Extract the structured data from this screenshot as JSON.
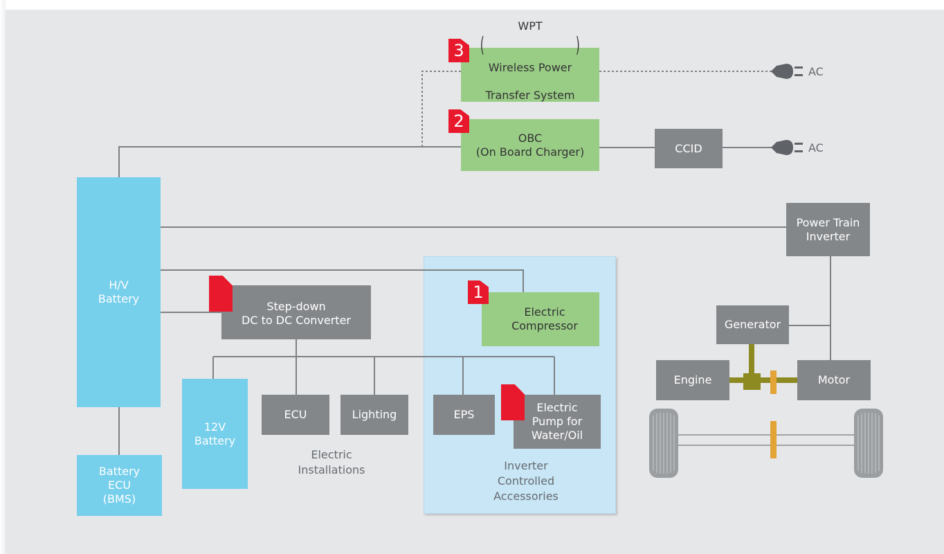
{
  "diagram": {
    "components": {
      "hv_battery": "H/V\nBattery",
      "battery_ecu": "Battery\nECU\n(BMS)",
      "twelve_v_battery": "12V\nBattery",
      "step_down": "Step-down\nDC to DC Converter",
      "ecu": "ECU",
      "lighting": "Lighting",
      "eps": "EPS",
      "electric_pump": "Electric\nPump for\nWater/Oil",
      "electric_compressor": "Electric\nCompressor",
      "obc": "OBC\n(On Board Charger)",
      "wpt_title": "WPT",
      "wpt_line1": "Wireless Power",
      "wpt_line2": "Transfer System",
      "ccid": "CCID",
      "power_train_inverter": "Power Train\nInverter",
      "generator": "Generator",
      "engine": "Engine",
      "motor": "Motor"
    },
    "labels": {
      "electric_installations": "Electric\nInstallations",
      "inverter_controlled_accessories": "Inverter\nControlled\nAccessories",
      "ac_top": "AC",
      "ac_bottom": "AC"
    },
    "badges": {
      "wpt": "3",
      "obc": "2",
      "compressor": "1"
    },
    "colors": {
      "gray_box": "#84878a",
      "green_box": "#99cd86",
      "blue_box": "#76cfeb",
      "badge_red": "#e8192c",
      "zone_blue": "#c8e6f6",
      "shaft": "#8e8a22",
      "orange": "#e3a437"
    }
  }
}
